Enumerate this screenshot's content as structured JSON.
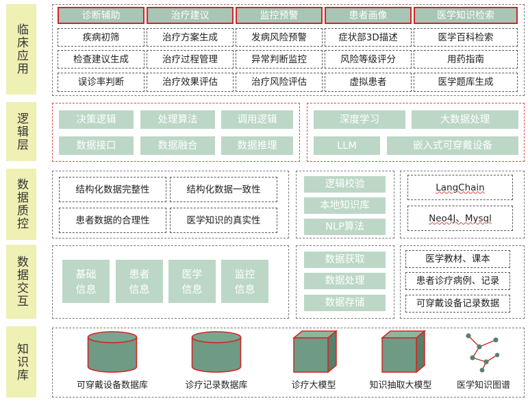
{
  "layers": {
    "clinical": "临床应用",
    "logic": "逻辑层",
    "quality": "数据质控",
    "interaction": "数据交互",
    "knowledge": "知识库"
  },
  "clinical": {
    "headers": [
      "诊断辅助",
      "治疗建议",
      "监控预警",
      "患者画像",
      "医学知识检索"
    ],
    "cols": [
      [
        "疾病初筛",
        "检查建议生成",
        "误诊率判断"
      ],
      [
        "治疗方案生成",
        "治疗过程管理",
        "治疗效果评估"
      ],
      [
        "发病风险预警",
        "异常判断监控",
        "治疗风险评估"
      ],
      [
        "症状部3D描述",
        "风险等级评分",
        "虚拟患者"
      ],
      [
        "医学百科检索",
        "用药指南",
        "医学题库生成"
      ]
    ]
  },
  "logic": {
    "left": [
      "决策逻辑",
      "处理算法",
      "调用逻辑",
      "数据接口",
      "数据融合",
      "数据推理"
    ],
    "right": [
      "深度学习",
      "大数据处理",
      "LLM",
      "嵌入式可穿戴设备"
    ]
  },
  "quality": {
    "checks": [
      "结构化数据完整性",
      "结构化数据一致性",
      "患者数据的合理性",
      "医学知识的真实性"
    ],
    "middle": [
      "逻辑校验",
      "本地知识库",
      "NLP算法"
    ],
    "tools": [
      "LangChain",
      "Neo4J、Mysql"
    ]
  },
  "interaction": {
    "info": [
      "基础信息",
      "患者信息",
      "医学信息",
      "监控信息"
    ],
    "middle": [
      "数据获取",
      "数据处理",
      "数据存储"
    ],
    "sources": [
      "医学教材、课本",
      "患者诊疗病例、记录",
      "可穿戴设备记录数据"
    ]
  },
  "knowledge": {
    "items": [
      "可穿戴设备数据库",
      "诊疗记录数据库",
      "诊疗大模型",
      "知识抽取大模型",
      "医学知识图谱"
    ]
  },
  "colors": {
    "red": "#d42424",
    "green": "#bcd7c6",
    "sage": "#a8c5b5",
    "label_bg": "#eef0b4",
    "icon_fill": "#6f9a84"
  }
}
